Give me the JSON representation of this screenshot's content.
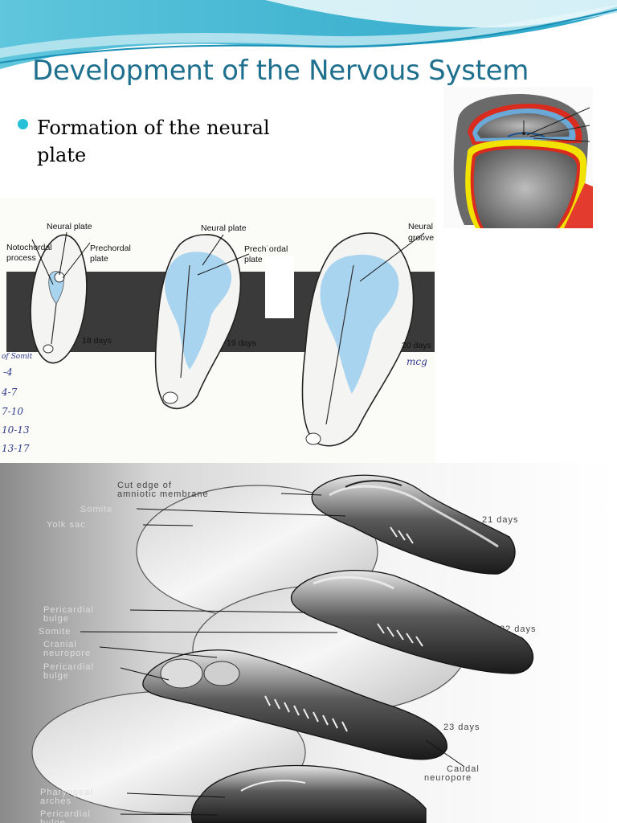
{
  "slide": {
    "title": "Development of the Nervous System",
    "bullet": "Formation of the neural plate",
    "colors": {
      "title": "#1f6f8f",
      "bullet": "#26c0d8",
      "neural_plate": "#a8d4ef",
      "band": "#3a3a3a"
    }
  },
  "figure_top": {
    "labels": {
      "neural_plate_a": "Neural plate",
      "notochordal_1": "Notochordal",
      "notochordal_2": "process",
      "prechordal_a1": "Prechordal",
      "prechordal_a2": "plate",
      "neural_plate_b": "Neural plate",
      "prechordal_b1": "Prech˙ordal",
      "prechordal_b2": "plate",
      "neural_groove_1": "Neural",
      "neural_groove_2": "groove"
    },
    "days": [
      "18 days",
      "19 days",
      "20 days"
    ],
    "handwritten": [
      "of Somit",
      "-4",
      "4-7",
      "7-10",
      "10-13",
      "13-17"
    ],
    "signature": "mcg"
  },
  "figure_bottom": {
    "labels": {
      "cut_edge_1": "Cut edge of",
      "cut_edge_2": "amniotic membrane",
      "somite_a": "Somite",
      "yolk_sac": "Yolk sac",
      "pericardial_a1": "Pericardial",
      "pericardial_a2": "bulge",
      "somite_b": "Somite",
      "cranial_1": "Cranial",
      "cranial_2": "neuropore",
      "pericardial_b1": "Pericardial",
      "pericardial_b2": "bulge",
      "caudal_1": "Caudal",
      "caudal_2": "neuropore",
      "pharyngeal_1": "Pharyngeal",
      "pharyngeal_2": "arches",
      "pericardial_c1": "Pericardial",
      "pericardial_c2": "bulge"
    },
    "days": [
      "21 days",
      "22 days",
      "23 days"
    ]
  }
}
